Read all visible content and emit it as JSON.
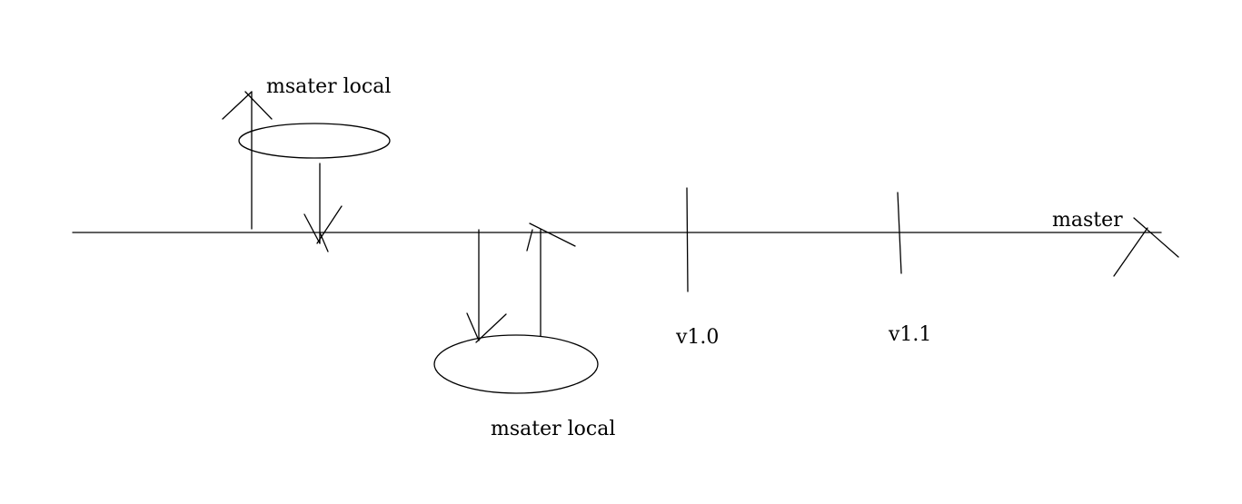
{
  "branch_label": "master",
  "top_local_label": "msater local",
  "bottom_local_label": "msater local",
  "tags": [
    "v1.0",
    "v1.1"
  ],
  "colors": {
    "ink": "#000000",
    "background": "#ffffff"
  }
}
